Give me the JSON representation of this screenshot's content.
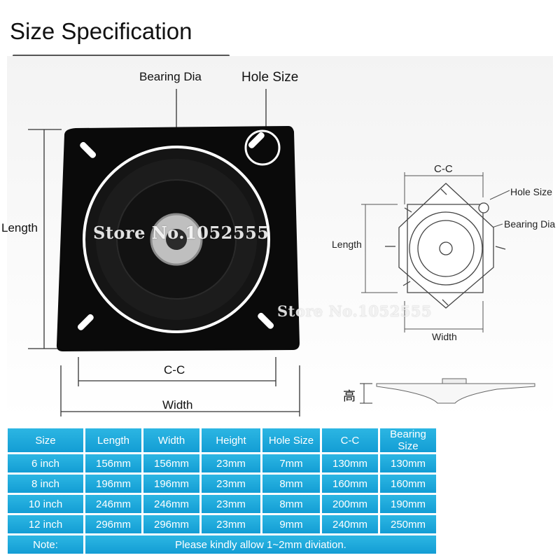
{
  "title": "Size Specification",
  "photo_labels": {
    "bearing_dia": "Bearing Dia",
    "hole_size": "Hole Size",
    "length": "Length",
    "cc": "C-C",
    "width": "Width"
  },
  "diagram_labels": {
    "cc": "C-C",
    "hole_size": "Hole Size",
    "bearing_dia": "Bearing Dia",
    "length": "Length",
    "width": "Width",
    "height": "高"
  },
  "watermarks": [
    "Store No.1052555",
    "Store No.1052555"
  ],
  "table": {
    "headers": [
      "Size",
      "Length",
      "Width",
      "Height",
      "Hole Size",
      "C-C",
      "Bearing Size"
    ],
    "rows": [
      [
        "6 inch",
        "156mm",
        "156mm",
        "23mm",
        "7mm",
        "130mm",
        "130mm"
      ],
      [
        "8 inch",
        "196mm",
        "196mm",
        "23mm",
        "8mm",
        "160mm",
        "160mm"
      ],
      [
        "10 inch",
        "246mm",
        "246mm",
        "23mm",
        "8mm",
        "200mm",
        "190mm"
      ],
      [
        "12 inch",
        "296mm",
        "296mm",
        "23mm",
        "9mm",
        "240mm",
        "250mm"
      ]
    ],
    "note_label": "Note:",
    "note_text": "Please kindly allow 1~2mm diviation."
  },
  "colors": {
    "table_cell": "#1aa6da",
    "plate": "#0b0b0b",
    "ring": "#ffffff"
  }
}
